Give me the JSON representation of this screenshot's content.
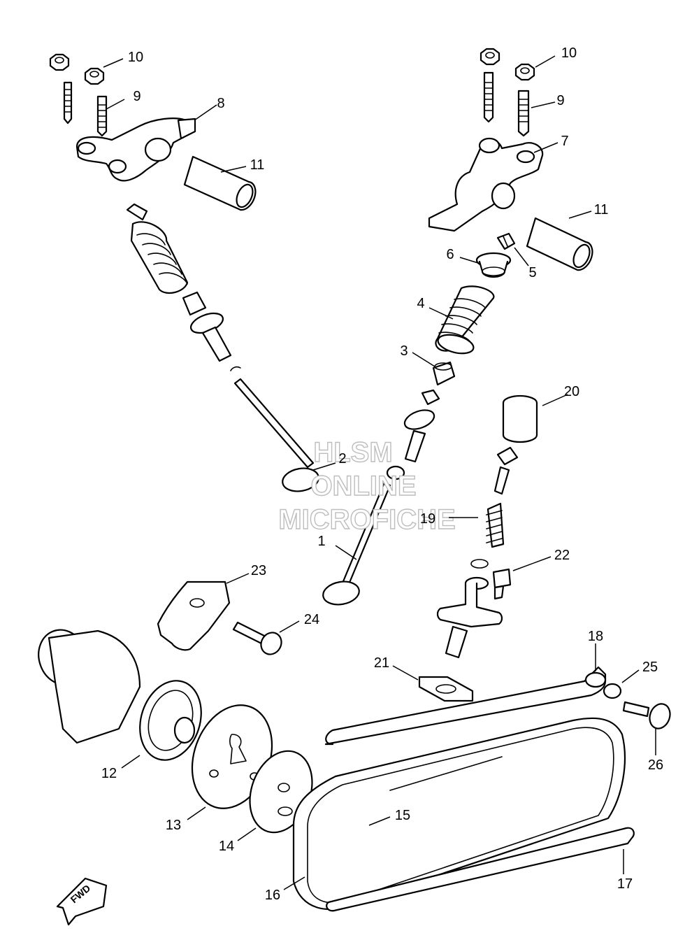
{
  "callouts": [
    "1",
    "2",
    "3",
    "4",
    "5",
    "6",
    "7",
    "8",
    "9",
    "9",
    "10",
    "10",
    "11",
    "11",
    "12",
    "13",
    "14",
    "15",
    "16",
    "17",
    "18",
    "19",
    "20",
    "21",
    "22",
    "23",
    "24",
    "25",
    "26"
  ],
  "watermark": {
    "line1": "HLSM",
    "line2": "ONLINE",
    "line3": "MICROFICHE"
  },
  "direction_badge": "FWD",
  "colors": {
    "line": "#000000",
    "background": "#ffffff",
    "watermark_outline": "#bdbdbd"
  }
}
